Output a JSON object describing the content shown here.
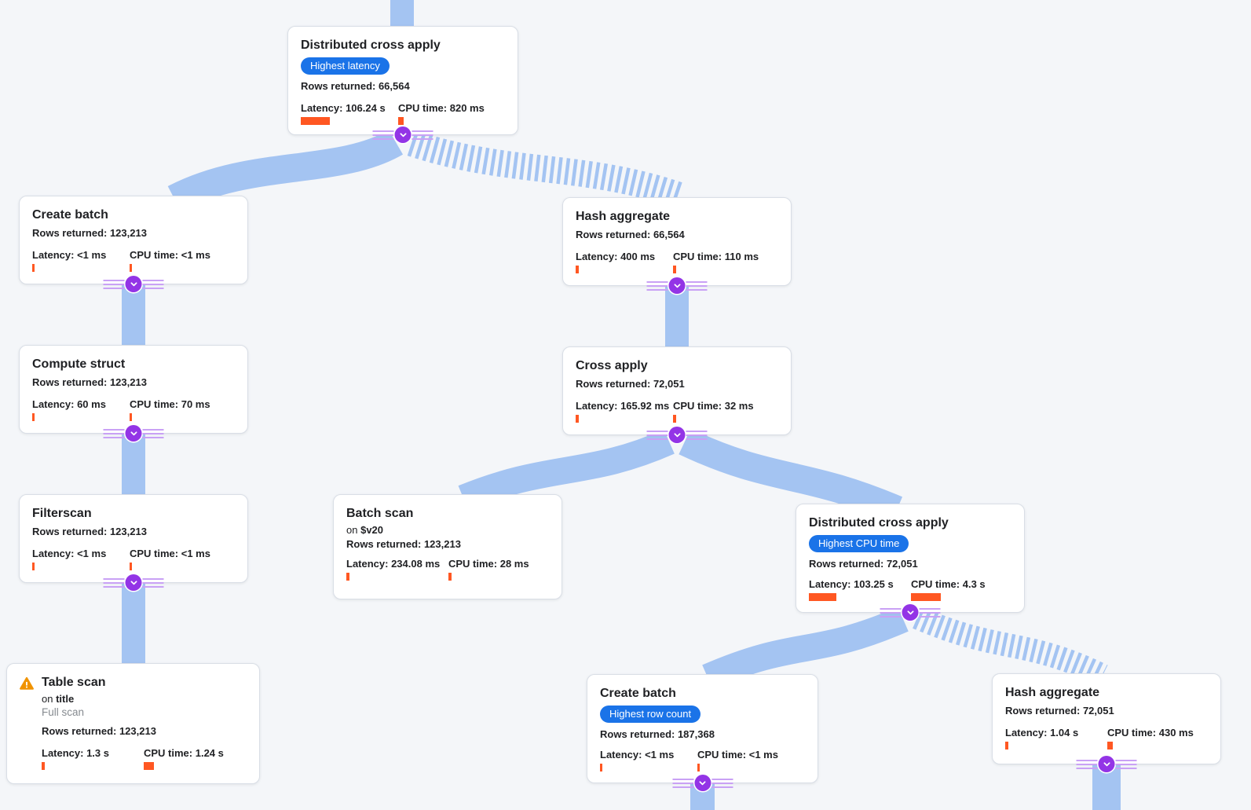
{
  "colors": {
    "background": "#f4f6f9",
    "edge_blue": "#a4c4f2",
    "badge_blue": "#1a73e8",
    "bar_orange": "#ff5722",
    "connector_purple": "#9334e6",
    "warning_orange": "#f09300",
    "text_primary": "#202124",
    "text_secondary": "#868b90"
  },
  "icons": {
    "expand_collapse": "chevron-down-icon",
    "table_scan_alert": "warning-icon"
  },
  "nodes": {
    "dca_top": {
      "title": "Distributed cross apply",
      "badge": "Highest latency",
      "rows": "Rows returned: 66,564",
      "latency": "Latency: 106.24 s",
      "cpu": "CPU time: 820 ms",
      "latency_bar": 37,
      "cpu_bar": 7
    },
    "create_batch_1": {
      "title": "Create batch",
      "rows": "Rows returned: 123,213",
      "latency": "Latency: <1 ms",
      "cpu": "CPU time: <1 ms",
      "latency_bar": 3,
      "cpu_bar": 3
    },
    "compute_struct": {
      "title": "Compute struct",
      "rows": "Rows returned: 123,213",
      "latency": "Latency: 60 ms",
      "cpu": "CPU time: 70 ms",
      "latency_bar": 3,
      "cpu_bar": 3
    },
    "filterscan": {
      "title": "Filterscan",
      "rows": "Rows returned: 123,213",
      "latency": "Latency: <1 ms",
      "cpu": "CPU time: <1 ms",
      "latency_bar": 3,
      "cpu_bar": 3
    },
    "table_scan": {
      "title": "Table scan",
      "on_prefix": "on",
      "on_value": "title",
      "subtitle": "Full scan",
      "rows": "Rows returned: 123,213",
      "latency": "Latency: 1.3 s",
      "cpu": "CPU time: 1.24 s",
      "latency_bar": 4,
      "cpu_bar": 13
    },
    "hash_agg_1": {
      "title": "Hash aggregate",
      "rows": "Rows returned: 66,564",
      "latency": "Latency: 400 ms",
      "cpu": "CPU time: 110 ms",
      "latency_bar": 4,
      "cpu_bar": 4
    },
    "cross_apply": {
      "title": "Cross apply",
      "rows": "Rows returned: 72,051",
      "latency": "Latency: 165.92 ms",
      "cpu": "CPU time: 32 ms",
      "latency_bar": 4,
      "cpu_bar": 4
    },
    "batch_scan": {
      "title": "Batch scan",
      "on_prefix": "on",
      "on_value": "$v20",
      "rows": "Rows returned: 123,213",
      "latency": "Latency: 234.08 ms",
      "cpu": "CPU time: 28 ms",
      "latency_bar": 4,
      "cpu_bar": 4
    },
    "dca_2": {
      "title": "Distributed cross apply",
      "badge": "Highest CPU time",
      "rows": "Rows returned: 72,051",
      "latency": "Latency: 103.25 s",
      "cpu": "CPU time: 4.3 s",
      "latency_bar": 35,
      "cpu_bar": 38
    },
    "create_batch_2": {
      "title": "Create batch",
      "badge": "Highest row count",
      "rows": "Rows returned: 187,368",
      "latency": "Latency: <1 ms",
      "cpu": "CPU time: <1 ms",
      "latency_bar": 3,
      "cpu_bar": 3
    },
    "hash_agg_2": {
      "title": "Hash aggregate",
      "rows": "Rows returned: 72,051",
      "latency": "Latency: 1.04 s",
      "cpu": "CPU time: 430 ms",
      "latency_bar": 4,
      "cpu_bar": 7
    }
  }
}
